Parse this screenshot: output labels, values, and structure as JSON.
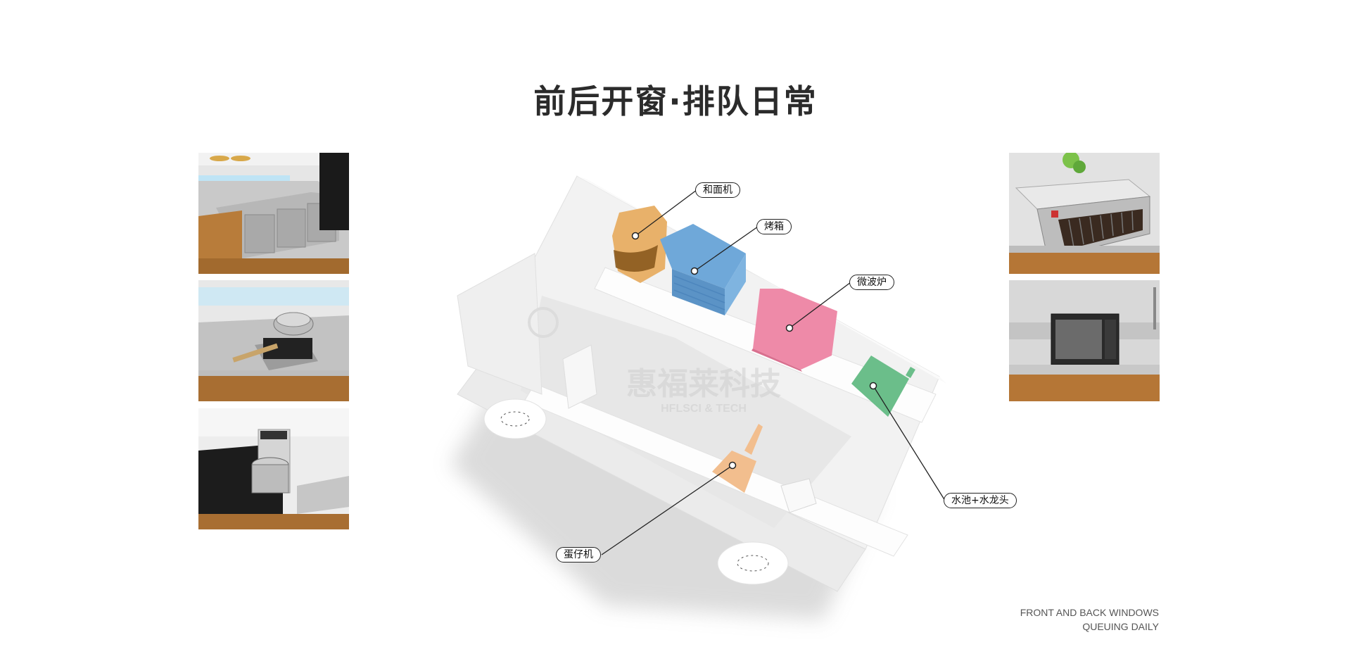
{
  "header": {
    "title": "前后开窗·排队日常"
  },
  "thumbnails_left": [
    {
      "name": "counter-cabinet-photo"
    },
    {
      "name": "egg-waffle-maker-photo"
    },
    {
      "name": "dough-mixer-photo"
    }
  ],
  "thumbnails_right": [
    {
      "name": "oven-photo"
    },
    {
      "name": "microwave-photo"
    }
  ],
  "diagram": {
    "watermark": "惠福莱科技",
    "watermark_sub": "HFLSCI & TECH",
    "labels": {
      "dough_mixer": "和面机",
      "oven": "烤箱",
      "microwave": "微波炉",
      "sink": "水池+水龙头",
      "egg_waffle": "蛋仔机"
    },
    "colors": {
      "dough_mixer": "#E8B16A",
      "oven": "#6FA8D9",
      "microwave": "#EE8AA8",
      "sink": "#6BBE8A",
      "egg_waffle": "#F2BE8E"
    }
  },
  "caption": {
    "line1": "FRONT AND BACK WINDOWS",
    "line2": "QUEUING DAILY"
  }
}
